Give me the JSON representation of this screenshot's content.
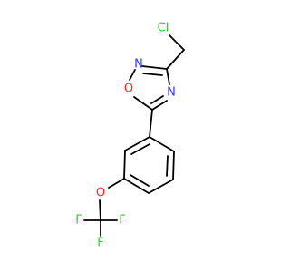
{
  "molecule": {
    "atoms": {
      "cl": {
        "label": "Cl",
        "color": "#33cc33"
      },
      "n_top": {
        "label": "N",
        "color": "#3333ff"
      },
      "o_ring": {
        "label": "O",
        "color": "#ff2a2a"
      },
      "n_right": {
        "label": "N",
        "color": "#3333ff"
      },
      "o_ether": {
        "label": "O",
        "color": "#ff2a2a"
      },
      "f_left": {
        "label": "F",
        "color": "#33cc33"
      },
      "f_right": {
        "label": "F",
        "color": "#33cc33"
      },
      "f_bottom": {
        "label": "F",
        "color": "#33cc33"
      }
    },
    "bond_color": "#000000"
  }
}
